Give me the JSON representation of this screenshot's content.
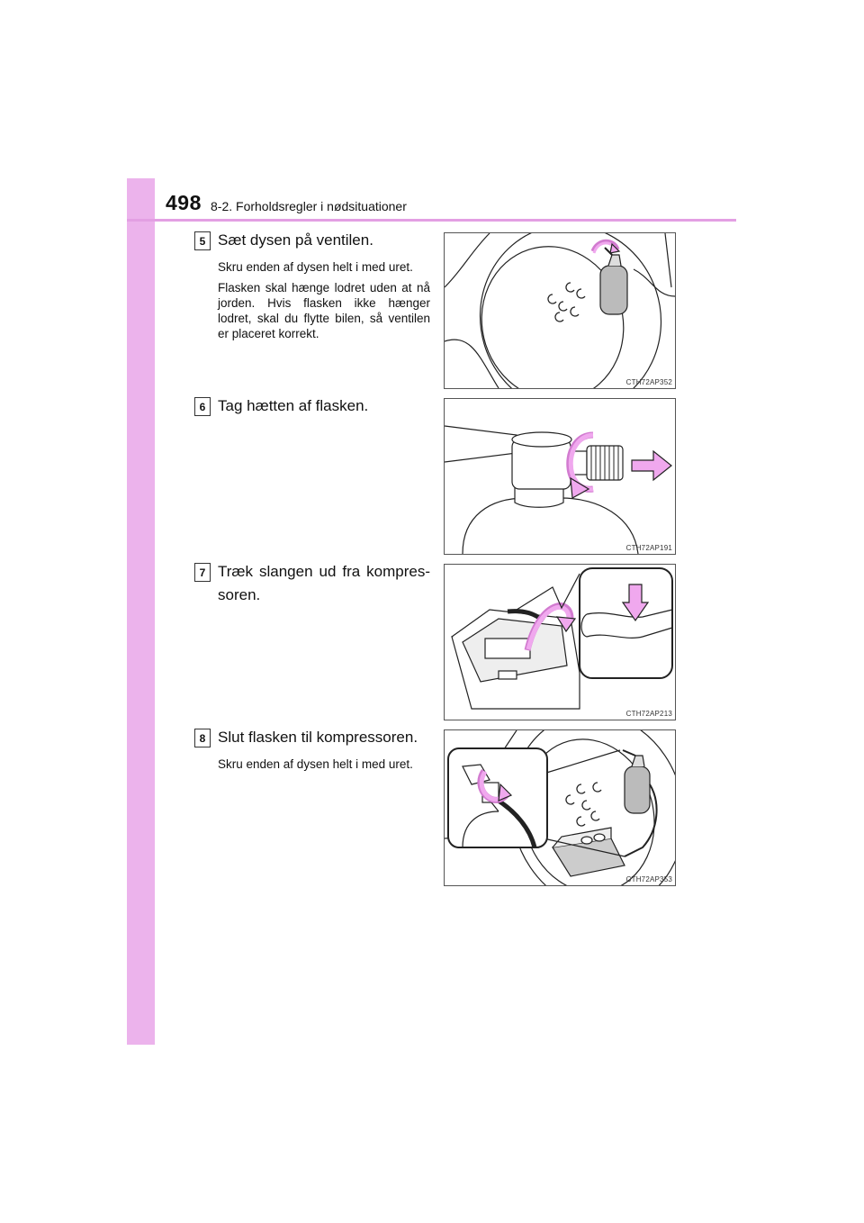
{
  "header": {
    "page_number": "498",
    "section": "8-2. Forholdsregler i nødsituationer"
  },
  "steps": [
    {
      "number": "5",
      "heading": "Sæt dysen på ventilen.",
      "paragraphs": [
        "Skru enden af dysen helt i med uret.",
        "Flasken skal hænge lodret uden at nå jorden. Hvis flasken ikke hænger lodret, skal du flytte bilen, så ventilen er placeret korrekt."
      ],
      "figure_code": "CTH72AP352"
    },
    {
      "number": "6",
      "heading": "Tag hætten af flasken.",
      "paragraphs": [],
      "figure_code": "CTH72AP191"
    },
    {
      "number": "7",
      "heading": "Træk slangen ud fra kompres-soren.",
      "paragraphs": [],
      "figure_code": "CTH72AP213"
    },
    {
      "number": "8",
      "heading": "Slut flasken til kompressoren.",
      "paragraphs": [
        "Skru enden af dysen helt i med uret."
      ],
      "figure_code": "CTH72AP353"
    }
  ],
  "colors": {
    "accent_tab": "#ecb3ec",
    "header_rule": "#e39fe3",
    "arrow_pink": "#f0a8ee"
  }
}
